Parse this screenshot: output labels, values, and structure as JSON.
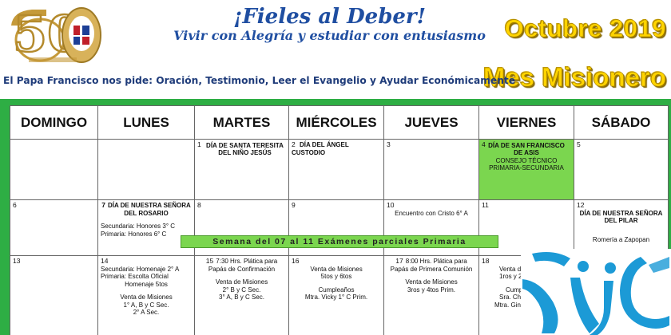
{
  "header": {
    "logo_number": "50",
    "motto_title": "¡Fieles al Deber!",
    "motto_subtitle": "Vivir con Alegría y estudiar con entusiasmo",
    "month_title": "Octubre 2019",
    "month_subtitle": "Mes Misionero",
    "pope_line": "El Papa Francisco nos pide: Oración, Testimonio, Leer el Evangelio y Ayudar Económicamente"
  },
  "colors": {
    "calendar_border": "#2eae44",
    "highlight": "#7bd64f",
    "title_yellow": "#ffd400",
    "motto_blue": "#1f4ea1"
  },
  "calendar": {
    "weekdays": [
      "DOMINGO",
      "LUNES",
      "MARTES",
      "MIÉRCOLES",
      "JUEVES",
      "VIERNES",
      "SÁBADO"
    ],
    "week1": {
      "tue_num": "1",
      "tue_event": "DÍA DE SANTA TERESITA DEL NIÑO JESÚS",
      "wed_num": "2",
      "wed_event": "DÍA DEL ÁNGEL CUSTODIO",
      "thu_num": "3",
      "fri_num": "4",
      "fri_event": "DÍA DE SAN FRANCISCO DE ASIS",
      "fri_line1": "CONSEJO TÉCNICO",
      "fri_line2": "PRIMARIA-SECUNDARIA",
      "sat_num": "5"
    },
    "week2": {
      "sun_num": "6",
      "mon_num": "7",
      "mon_event": "DÍA DE NUESTRA SEÑORA DEL ROSARIO",
      "mon_line1": "Secundaria:  Honores 3° C",
      "mon_line2": "Primaria: Honores 6° C",
      "tue_num": "8",
      "wed_num": "9",
      "thu_num": "10",
      "thu_line1": "Encuentro con Cristo 6° A",
      "fri_num": "11",
      "sat_num": "12",
      "sat_event": "DÍA DE NUESTRA SEÑORA DEL PILAR",
      "sat_line1": "Romería a Zapopan"
    },
    "exam_banner": "Semana del 07 al 11  Exámenes parciales Primaria",
    "week3": {
      "sun_num": "13",
      "mon_num": "14",
      "mon_line1": "Secundaria: Homenaje 2° A",
      "mon_line2": "Primaria:  Escolta Oficial",
      "mon_line3": "Homenaje 5tos",
      "mon_line4": "Venta de Misiones",
      "mon_line5": "1° A, B y C  Sec.",
      "mon_line6": "2° A Sec.",
      "tue_num": "15",
      "tue_line1": "7:30 Hrs. Plática para Papás de Confirmación",
      "tue_line2": "Venta de Misiones",
      "tue_line3": "2° B y C Sec.",
      "tue_line4": "3° A, B y C Sec.",
      "wed_num": "16",
      "wed_line1": "Venta de Misiones",
      "wed_line2": "5tos y 6tos",
      "wed_line3": "Cumpleaños",
      "wed_line4": "Mtra. Vicky 1° C Prim.",
      "thu_num": "17",
      "thu_line1": "8:00 Hrs. Plática para Papás de Primera Comunión",
      "thu_line2": "Venta de Misiones",
      "thu_line3": "3ros y 4tos Prim.",
      "fri_num": "18",
      "fri_line1": "Venta de",
      "fri_line2": "1ros y 2",
      "fri_line3": "Cump",
      "fri_line4": "Sra. Chay",
      "fri_line5": "Mtra. Gina"
    }
  }
}
